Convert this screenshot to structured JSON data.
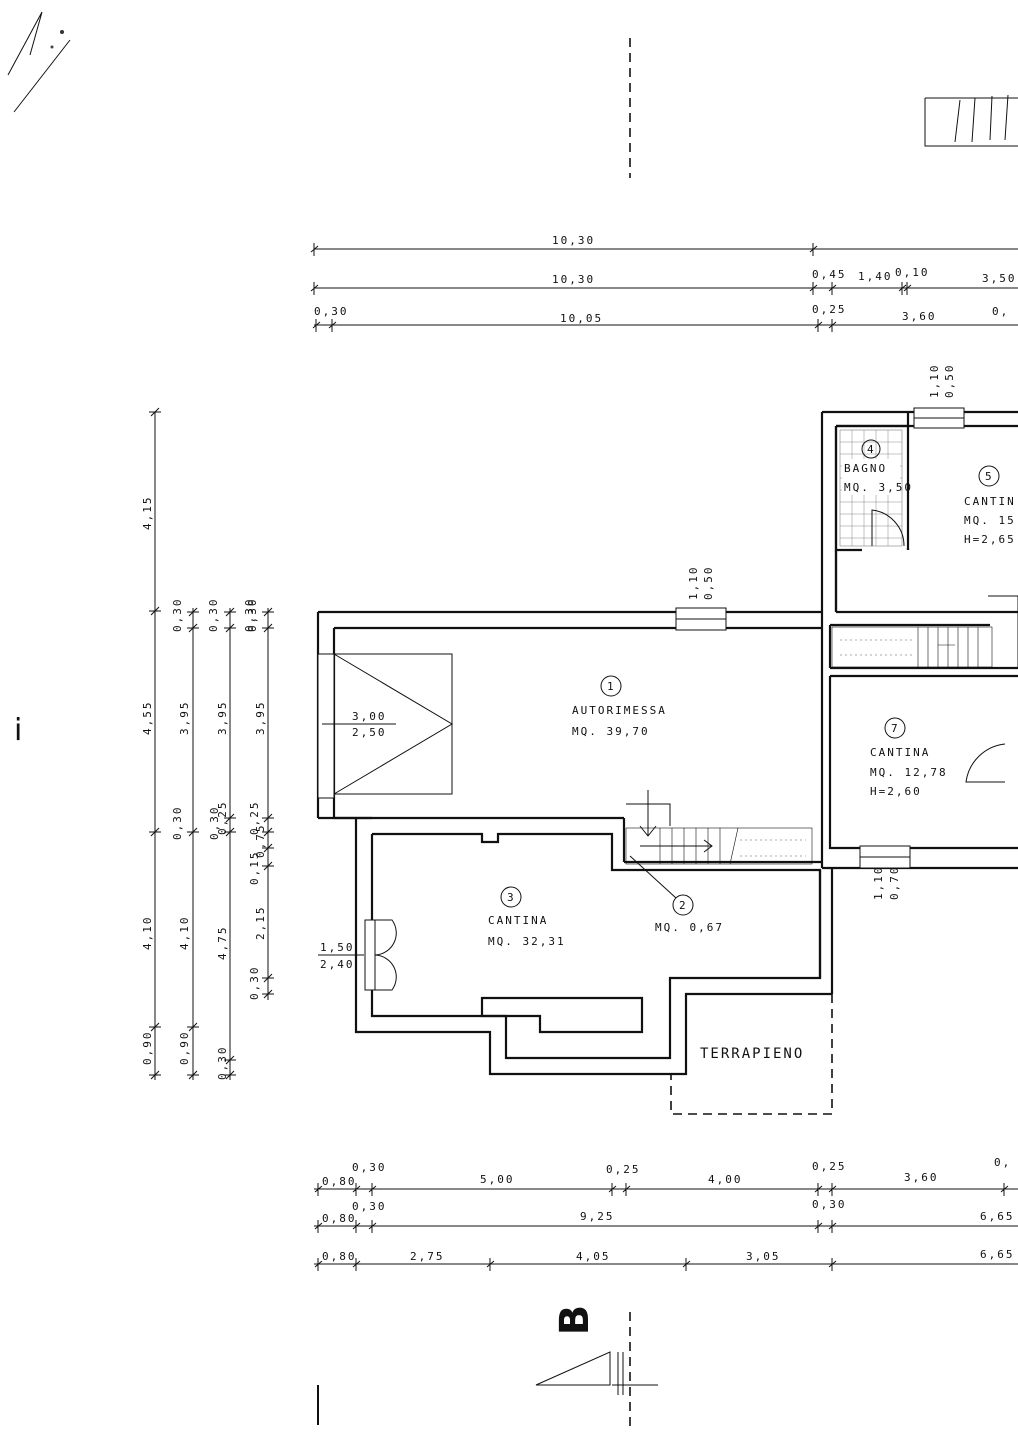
{
  "dimensions": {
    "top_row1": {
      "a": "10,30"
    },
    "top_row2": {
      "a": "10,30",
      "b": "0,45",
      "c": "1,40",
      "d": "0,10",
      "e": "3,50"
    },
    "top_row3": {
      "a": "0,30",
      "b": "10,05",
      "c": "0,25",
      "d": "3,60",
      "e": "0,"
    },
    "window_top": {
      "a": "1,10",
      "b": "0,50"
    },
    "window_mid": {
      "a": "1,10",
      "b": "0,50"
    },
    "window_right": {
      "a": "1,10",
      "b": "0,70"
    },
    "garage_door": {
      "a": "3,00",
      "b": "2,50"
    },
    "side_door": {
      "a": "1,50",
      "b": "2,40"
    },
    "left_col1": [
      "4,15",
      "0,30",
      "4,55",
      "0,30",
      "4,10",
      "0,90"
    ],
    "left_col2": [
      "0,30",
      "3,95",
      "0,30",
      "4,10",
      "0,90"
    ],
    "left_col3": [
      "0,30",
      "3,95",
      "0,25",
      "4,75",
      "0,30"
    ],
    "left_col4": [
      "0,30",
      "3,95",
      "0,25",
      "0,15",
      "0,75",
      "2,15",
      "0,30"
    ],
    "bottom_row1": {
      "a": "0,80",
      "b": "0,30",
      "c": "5,00",
      "d": "0,25",
      "e": "4,00",
      "f": "0,25",
      "g": "3,60",
      "h": "0,"
    },
    "bottom_row2": {
      "a": "0,80",
      "b": "0,30",
      "c": "9,25",
      "d": "0,30",
      "e": "6,65"
    },
    "bottom_row3": {
      "a": "0,80",
      "b": "2,75",
      "c": "4,05",
      "d": "3,05",
      "e": "6,65"
    }
  },
  "rooms": {
    "r1": {
      "num": "1",
      "name": "AUTORIMESSA",
      "area": "MQ. 39,70"
    },
    "r2": {
      "num": "2",
      "area": "MQ. 0,67"
    },
    "r3": {
      "num": "3",
      "name": "CANTINA",
      "area": "MQ. 32,31"
    },
    "r4": {
      "num": "4",
      "name": "BAGNO",
      "area": "MQ. 3,50"
    },
    "r5": {
      "num": "5",
      "name": "CANTIN",
      "area": "MQ. 15",
      "height": "H=2,65"
    },
    "r7": {
      "num": "7",
      "name": "CANTINA",
      "area": "MQ. 12,78",
      "height": "H=2,60"
    }
  },
  "terrapieno": "TERRAPIENO",
  "section_label": "B",
  "margin_mark": "i"
}
